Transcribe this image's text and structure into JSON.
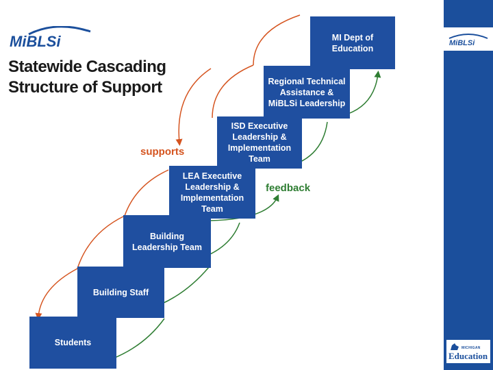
{
  "logo": {
    "text": "MiBLSi"
  },
  "title": {
    "line1": "Statewide Cascading",
    "line2": "Structure of Support"
  },
  "steps": [
    {
      "label": "MI Dept of Education"
    },
    {
      "label": "Regional Technical Assistance & MiBLSi Leadership"
    },
    {
      "label": "ISD Executive Leadership & Implementation Team"
    },
    {
      "label": "LEA Executive Leadership & Implementation Team"
    },
    {
      "label": "Building Leadership Team"
    },
    {
      "label": "Building Staff"
    },
    {
      "label": "Students"
    }
  ],
  "labels": {
    "supports": "supports",
    "feedback": "feedback"
  },
  "footer_logo": {
    "small": "MICHIGAN",
    "big": "Education"
  },
  "colors": {
    "step_blue": "#1f4fa0",
    "sidebar_blue": "#1b4f9c",
    "supports_orange": "#d5541f",
    "feedback_green": "#2e7d32"
  }
}
